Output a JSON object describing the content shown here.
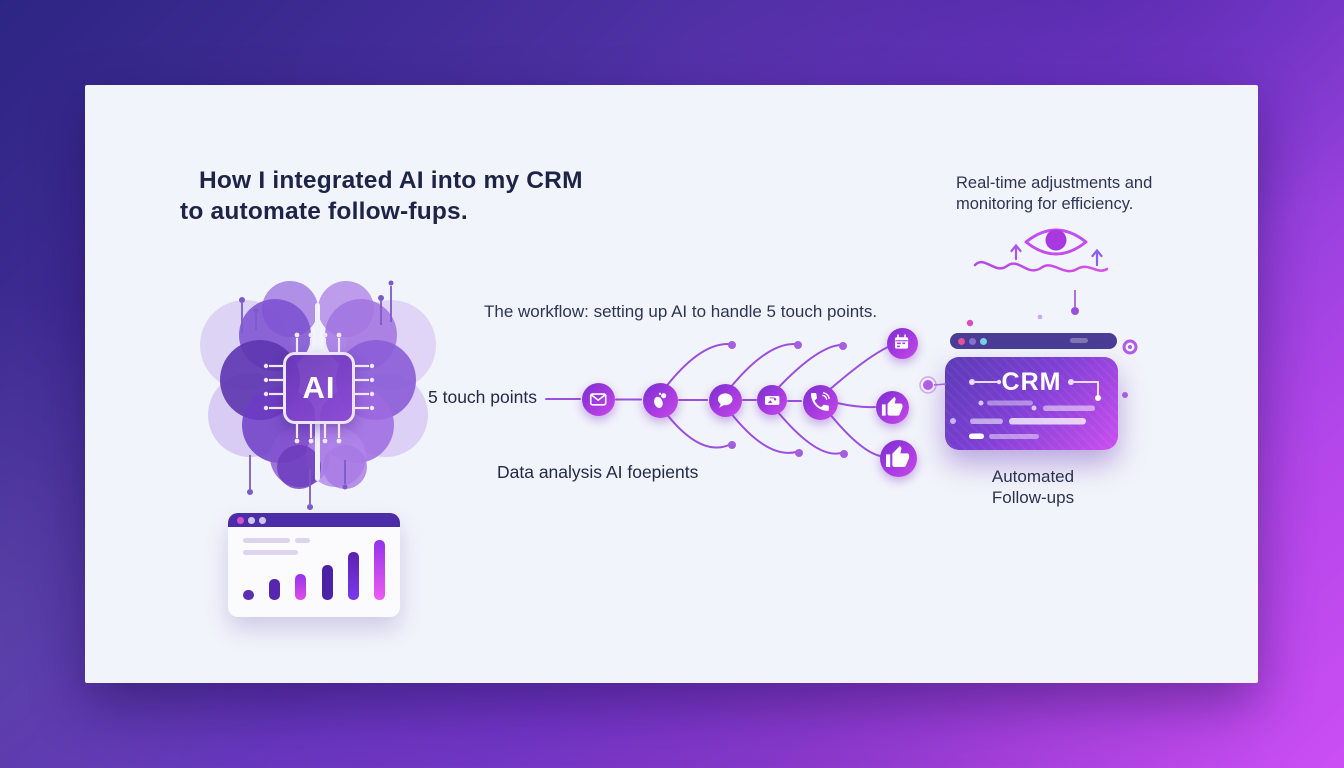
{
  "title": {
    "line1": "How I integrated AI into my CRM",
    "line2": "to automate follow-fups."
  },
  "monitoring_note": {
    "line1": "Real-time adjustments and",
    "line2": "monitoring for efficiency.",
    "icon": "eye"
  },
  "workflow": {
    "heading": "The workflow: setting up AI to handle 5 touch points.",
    "touch_points_label": "5 touch points",
    "data_analysis_label": "Data analysis AI foepients",
    "touch_point_icons": [
      "email",
      "footprint",
      "chat",
      "media",
      "phone"
    ],
    "outcome_icons": [
      "calendar",
      "thumbs-up",
      "thumbs-up"
    ]
  },
  "ai_module": {
    "chip_label": "AI"
  },
  "crm_window": {
    "title": "CRM",
    "caption_line1": "Automated",
    "caption_line2": "Follow-ups",
    "traffic_light_colors": [
      "#e3519e",
      "#8d6fd0",
      "#74d4e4"
    ]
  },
  "analytics_window": {
    "traffic_light_colors": [
      "#d94fd0",
      "#cfc5ea",
      "#cfc5ea"
    ],
    "bars": [
      {
        "height": 10,
        "color": "#5b2fb0"
      },
      {
        "height": 21,
        "color": "#5627ae"
      },
      {
        "height": 26,
        "color": "#9333ea",
        "color2": "#e24ce6"
      },
      {
        "height": 35,
        "color": "#4b21a6"
      },
      {
        "height": 48,
        "color": "#5b21b0",
        "color2": "#7c3aed"
      },
      {
        "height": 60,
        "color": "#9333ea",
        "color2": "#ef5af2"
      }
    ]
  },
  "colors": {
    "background_start": "#2d2583",
    "background_end": "#cb4ef3",
    "card": "#f2f4fb",
    "accent_purple": "#8b2fd6",
    "accent_magenta": "#c84ae8",
    "text_dark": "#1e2447"
  }
}
